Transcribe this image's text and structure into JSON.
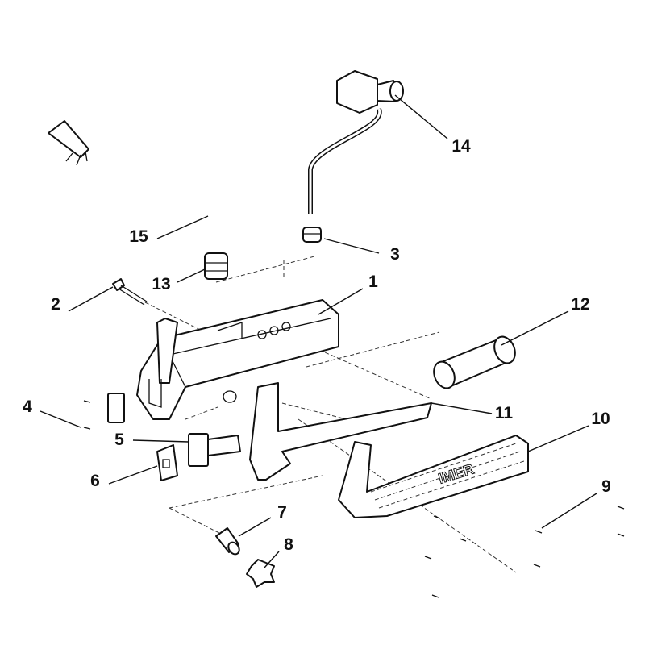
{
  "diagram": {
    "type": "exploded-parts-diagram",
    "logo_text": "IMER",
    "callouts": [
      {
        "number": "1"
      },
      {
        "number": "2"
      },
      {
        "number": "3"
      },
      {
        "number": "4"
      },
      {
        "number": "5"
      },
      {
        "number": "6"
      },
      {
        "number": "7"
      },
      {
        "number": "8"
      },
      {
        "number": "9"
      },
      {
        "number": "10"
      },
      {
        "number": "11"
      },
      {
        "number": "12"
      },
      {
        "number": "13"
      },
      {
        "number": "14"
      },
      {
        "number": "15"
      }
    ]
  }
}
